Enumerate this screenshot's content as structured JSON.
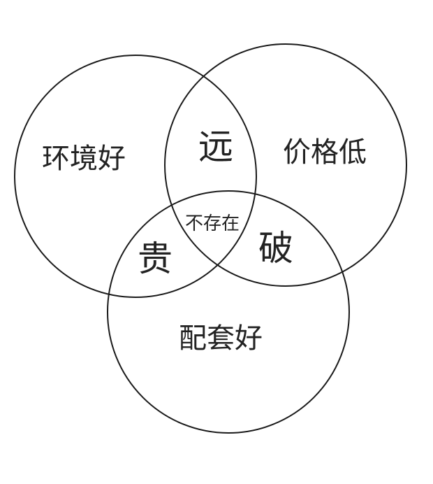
{
  "diagram": {
    "type": "venn-3",
    "stroke_color": "#1a1a1a",
    "regions": {
      "a_only": "环境好",
      "b_only": "价格低",
      "c_only": "配套好",
      "ab": "远",
      "ac": "贵",
      "bc": "破",
      "abc": "不存在"
    }
  }
}
